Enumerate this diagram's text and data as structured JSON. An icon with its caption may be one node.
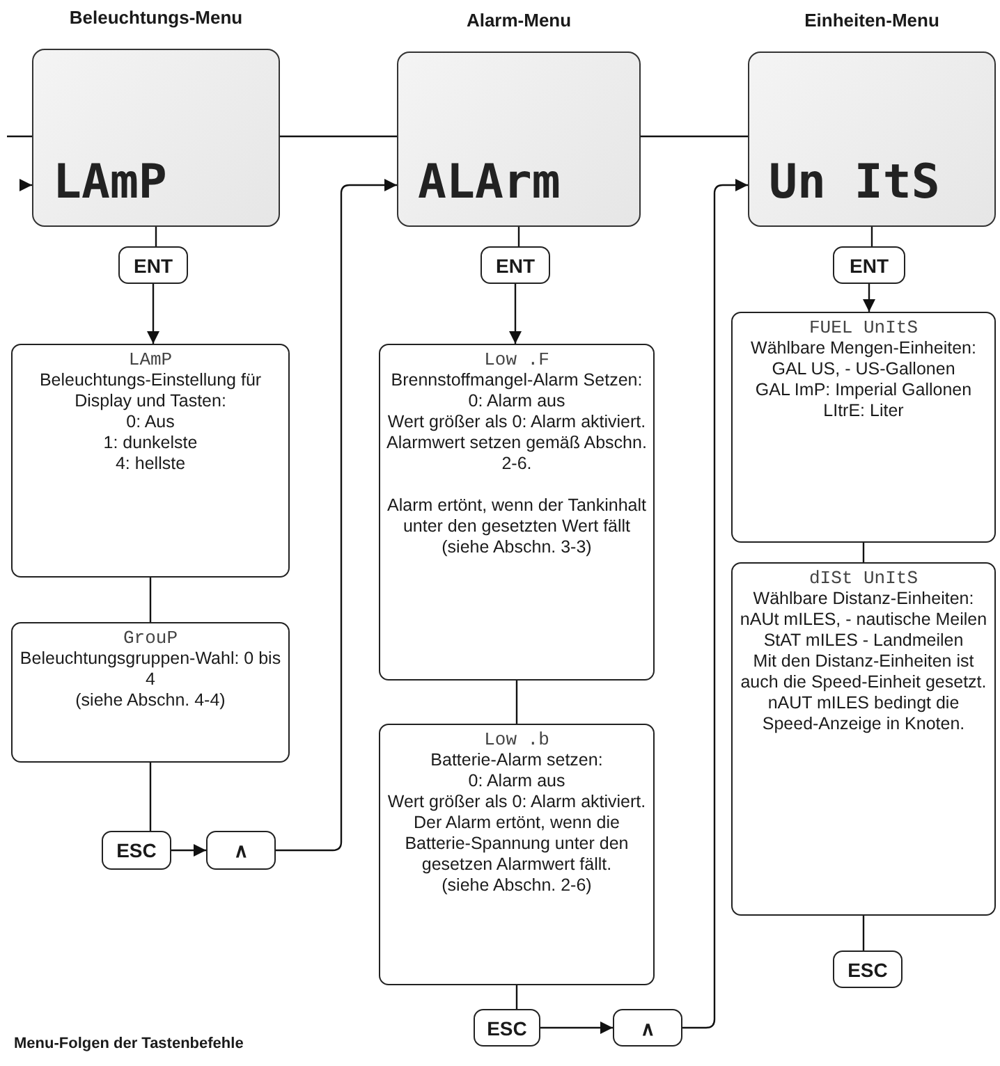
{
  "diagram": {
    "nodes": [
      {
        "text": [
          "Beleuchtungs-Menu",
          "LAmP"
        ]
      },
      {
        "text": [
          "ENT"
        ]
      },
      {
        "text": [
          "LAmP",
          "Beleuchtungs-Einstellung für Display und Tasten:",
          "0: Aus",
          "1: dunkelste",
          "4: hellste"
        ]
      },
      {
        "text": [
          "GrouP",
          "Beleuchtungsgruppen-Wahl: 0 bis 4",
          "(siehe Abschn. 4-4)"
        ]
      },
      {
        "text": [
          "ESC"
        ]
      },
      {
        "text": [
          "∧"
        ]
      },
      {
        "text": [
          "Alarm-Menu",
          "ALArm"
        ]
      },
      {
        "text": [
          "ENT"
        ]
      },
      {
        "text": [
          "Low .F",
          "Brennstoffmangel-Alarm Setzen:",
          "0: Alarm aus",
          "Wert größer als 0: Alarm aktiviert.",
          "Alarmwert setzen gemäß Abschn. 2-6.",
          "Alarm ertönt, wenn der Tankinhalt unter den gesetzten Wert fällt (siehe Abschn. 3-3)"
        ]
      },
      {
        "text": [
          "Low .b",
          "Batterie-Alarm setzen:",
          "0: Alarm aus",
          "Wert größer als 0: Alarm aktiviert.",
          "Der Alarm ertönt, wenn die Batterie-Spannung unter den gesetzen Alarmwert fällt.",
          "(siehe Abschn. 2-6)"
        ]
      },
      {
        "text": [
          "ESC"
        ]
      },
      {
        "text": [
          "∧"
        ]
      },
      {
        "text": [
          "Einheiten-Menu",
          "Un ItS"
        ]
      },
      {
        "text": [
          "ENT"
        ]
      },
      {
        "text": [
          "FUEL UnItS",
          "Wählbare Mengen-Einheiten:",
          "GAL US, - US-Gallonen",
          "GAL ImP: Imperial Gallonen",
          "LItrE: Liter"
        ]
      },
      {
        "text": [
          "dISt UnItS",
          "Wählbare Distanz-Einheiten:",
          "nAUt mILES, - nautische Meilen",
          "StAT mILES - Landmeilen",
          "Mit den Distanz-Einheiten ist auch die Speed-Einheit gesetzt.",
          "nAUT mILES bedingt die Speed-Anzeige in Knoten."
        ]
      },
      {
        "text": [
          "ESC"
        ]
      }
    ],
    "edges": [
      {
        "from": null,
        "to": 0,
        "arrow": "none"
      },
      {
        "from": null,
        "to": 0,
        "arrow": "to"
      },
      {
        "from": 0,
        "to": 6,
        "arrow": "none"
      },
      {
        "from": 6,
        "to": 12,
        "arrow": "none"
      },
      {
        "from": 0,
        "to": 1,
        "arrow": "none"
      },
      {
        "from": 1,
        "to": 2,
        "arrow": "to"
      },
      {
        "from": 2,
        "to": 3,
        "arrow": "none"
      },
      {
        "from": 3,
        "to": 4,
        "arrow": "none"
      },
      {
        "from": 4,
        "to": 5,
        "arrow": "to"
      },
      {
        "from": 5,
        "to": 6,
        "arrow": "to"
      },
      {
        "from": 6,
        "to": 7,
        "arrow": "none"
      },
      {
        "from": 7,
        "to": 8,
        "arrow": "to"
      },
      {
        "from": 8,
        "to": 9,
        "arrow": "none"
      },
      {
        "from": 9,
        "to": 10,
        "arrow": "none"
      },
      {
        "from": 10,
        "to": 11,
        "arrow": "to"
      },
      {
        "from": 11,
        "to": 12,
        "arrow": "to"
      },
      {
        "from": 12,
        "to": 13,
        "arrow": "none"
      },
      {
        "from": 13,
        "to": 14,
        "arrow": "to"
      },
      {
        "from": 14,
        "to": 15,
        "arrow": "none"
      },
      {
        "from": 15,
        "to": 16,
        "arrow": "none"
      }
    ],
    "labels": [
      "Menu-Folgen der Tastenbefehle"
    ]
  }
}
